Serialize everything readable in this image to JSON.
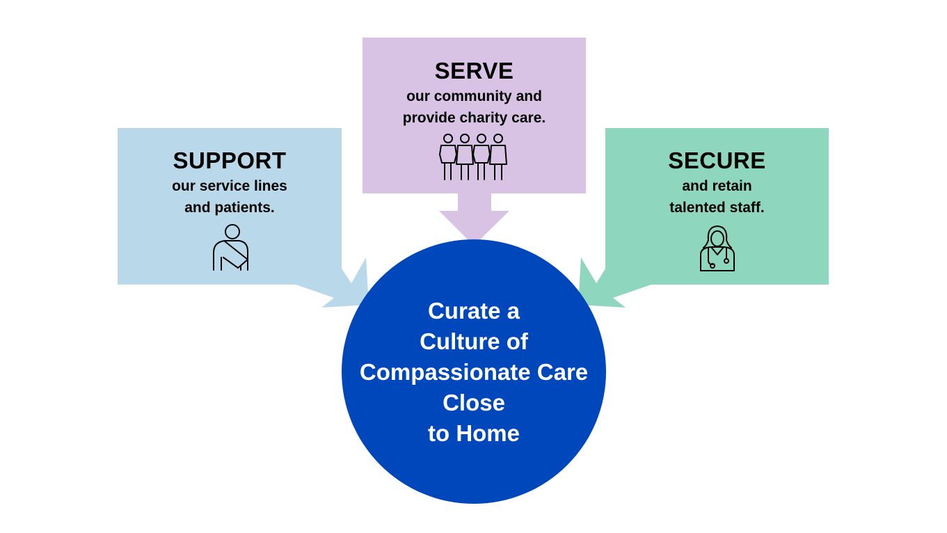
{
  "colors": {
    "support_box": "#b9d9eb",
    "serve_box": "#d8c3e5",
    "secure_box": "#8fd6be",
    "center_circle": "#0047bb",
    "center_text": "#ffffff",
    "icon_stroke": "#000000"
  },
  "boxes": {
    "support": {
      "title": "SUPPORT",
      "line1": "our service lines",
      "line2": "and patients.",
      "icon": "patient-with-arm-sling-icon"
    },
    "serve": {
      "title": "SERVE",
      "line1": "our community and",
      "line2": "provide charity care.",
      "icon": "community-people-icon"
    },
    "secure": {
      "title": "SECURE",
      "line1": "and retain",
      "line2": "talented staff.",
      "icon": "doctor-with-stethoscope-icon"
    }
  },
  "center": {
    "line1": "Curate a",
    "line2": "Culture of",
    "line3": "Compassionate Care",
    "line4": "Close",
    "line5": "to Home"
  }
}
